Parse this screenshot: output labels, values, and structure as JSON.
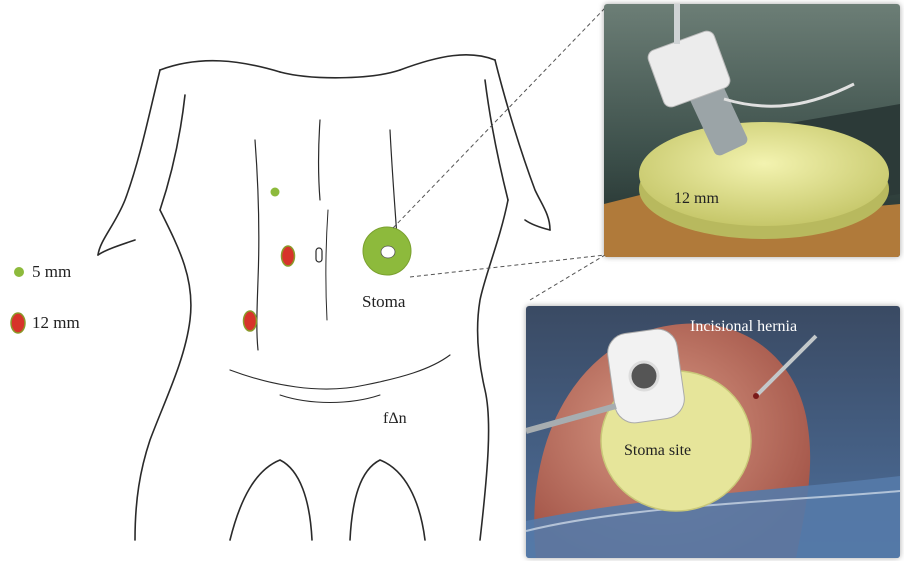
{
  "legend": {
    "items": [
      {
        "label": "5 mm",
        "color": "#8dba3c"
      },
      {
        "label": "12 mm",
        "color": "#d7332a"
      }
    ]
  },
  "drawing": {
    "stoma_label": "Stoma",
    "signature": "fΔn"
  },
  "photo_top": {
    "caption": "12 mm"
  },
  "photo_bottom": {
    "hernia_label": "Incisional hernia",
    "site_label": "Stoma site"
  },
  "colors": {
    "port_green": "#8dba3c",
    "port_red": "#d7332a",
    "port_outline": "#8a9a2a",
    "seal_yellow": "#e3e48a",
    "drape_blue": "#4d6f9c"
  }
}
